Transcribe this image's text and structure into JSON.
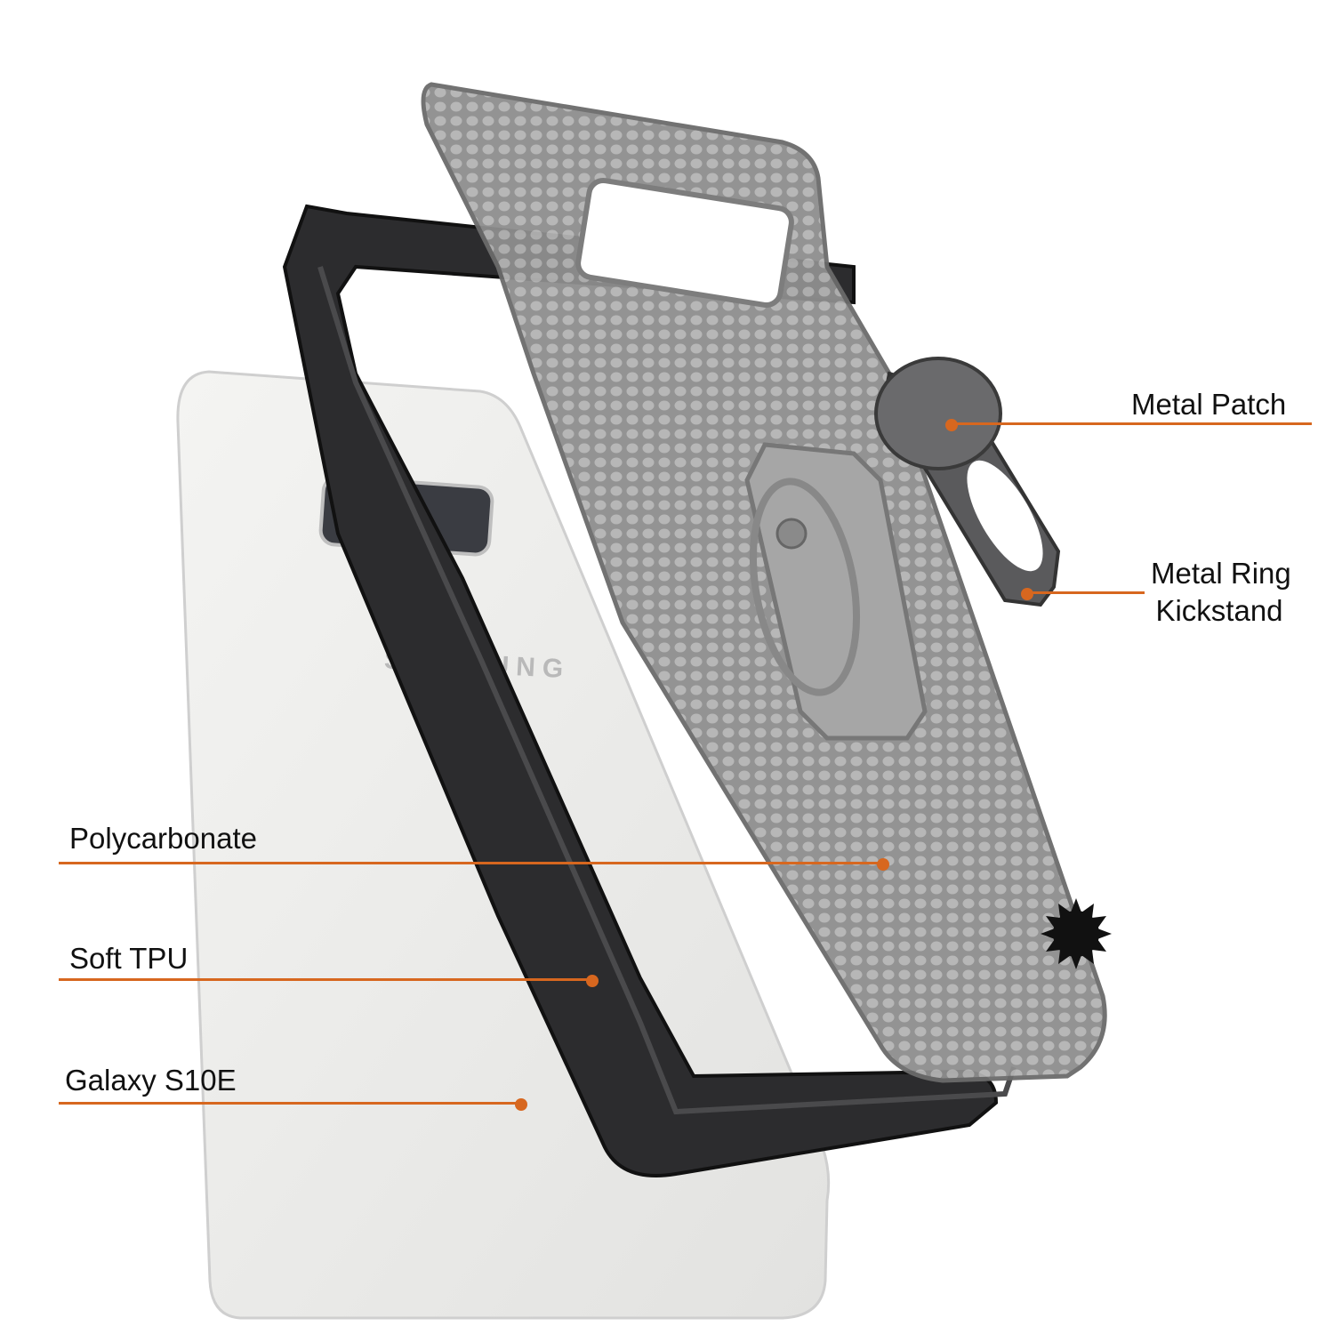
{
  "accent_color": "#d7671f",
  "brand_text_on_phone": "SAMSUNG",
  "callouts": {
    "metal_patch": "Metal Patch",
    "metal_ring_line1": "Metal Ring",
    "metal_ring_line2": "Kickstand",
    "polycarbonate": "Polycarbonate",
    "soft_tpu": "Soft TPU",
    "galaxy": "Galaxy S10E"
  }
}
